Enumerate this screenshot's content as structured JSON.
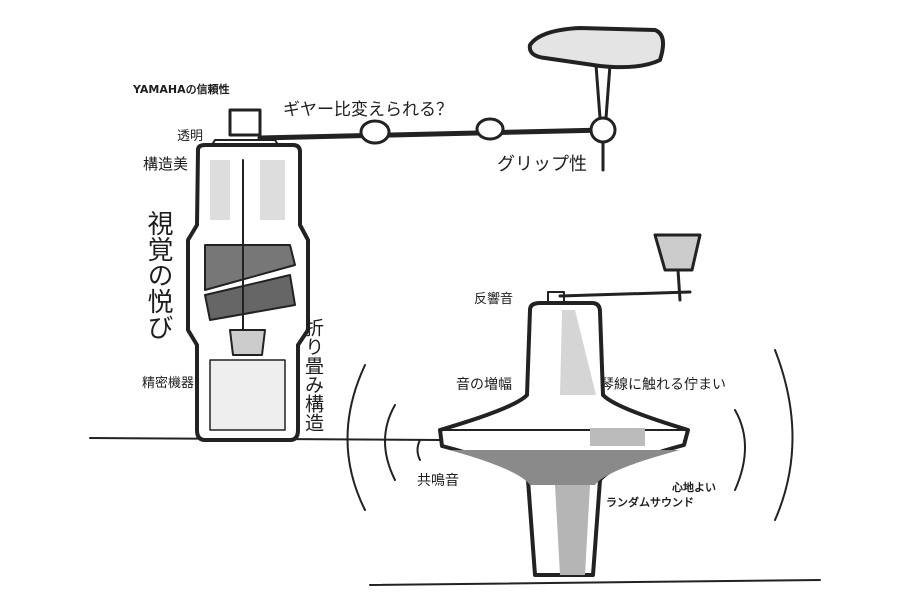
{
  "annotations": {
    "yamaha": "YAMAHAの信頼性",
    "gear_ratio": "ギヤー比変えられる？",
    "transparent": "透明",
    "structural_beauty": "構造美",
    "visual_joy": "視覚の悦び",
    "precision": "精密機器",
    "folding": "折り畳み構造",
    "grip": "グリップ性",
    "reverb": "反響音",
    "amplify": "音の増幅",
    "heartstring": "琴線に触れる佇まい",
    "resonance": "共鳴音",
    "pleasant": "心地よい",
    "random_sound": "ランダムサウンド"
  }
}
